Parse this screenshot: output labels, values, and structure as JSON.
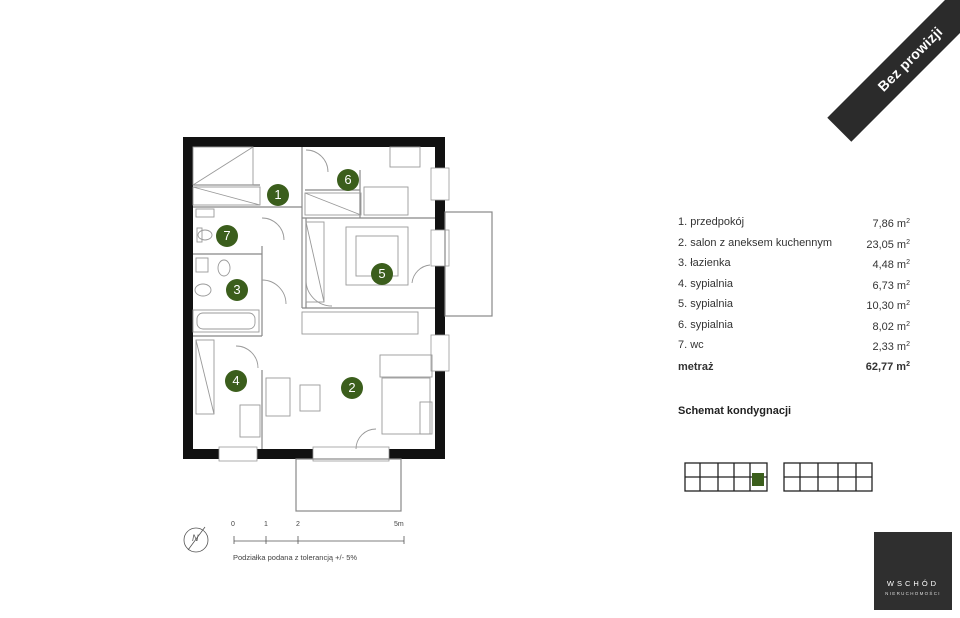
{
  "badge": {
    "text": "Bez prowizji"
  },
  "rooms": [
    {
      "label": "1. przedpokój",
      "area": "7,86 m",
      "unit": "2"
    },
    {
      "label": "2. salon z aneksem kuchennym",
      "area": "23,05 m",
      "unit": "2"
    },
    {
      "label": "3. łazienka",
      "area": "4,48 m",
      "unit": "2"
    },
    {
      "label": "4. sypialnia",
      "area": "6,73 m",
      "unit": "2"
    },
    {
      "label": "5. sypialnia",
      "area": "10,30 m",
      "unit": "2"
    },
    {
      "label": "6. sypialnia",
      "area": "8,02 m",
      "unit": "2"
    },
    {
      "label": "7. wc",
      "area": "2,33 m",
      "unit": "2"
    }
  ],
  "total": {
    "label": "metraż",
    "area": "62,77 m",
    "unit": "2"
  },
  "floor_scheme_title": "Schemat kondygnacji",
  "room_numbers": [
    "1",
    "2",
    "3",
    "4",
    "5",
    "6",
    "7"
  ],
  "scale": {
    "marks": [
      "0",
      "1",
      "2",
      "5m"
    ],
    "tolerance": "Podziałka podana z tolerancją +/- 5%"
  },
  "compass": {
    "letter": "N"
  },
  "logo": {
    "name": "WSCHÓD",
    "sub": "NIERUCHOMOŚCI"
  },
  "colors": {
    "accent_green": "#3b5e1c",
    "wall": "#111111",
    "badge_dark": "#2b2b2b"
  }
}
